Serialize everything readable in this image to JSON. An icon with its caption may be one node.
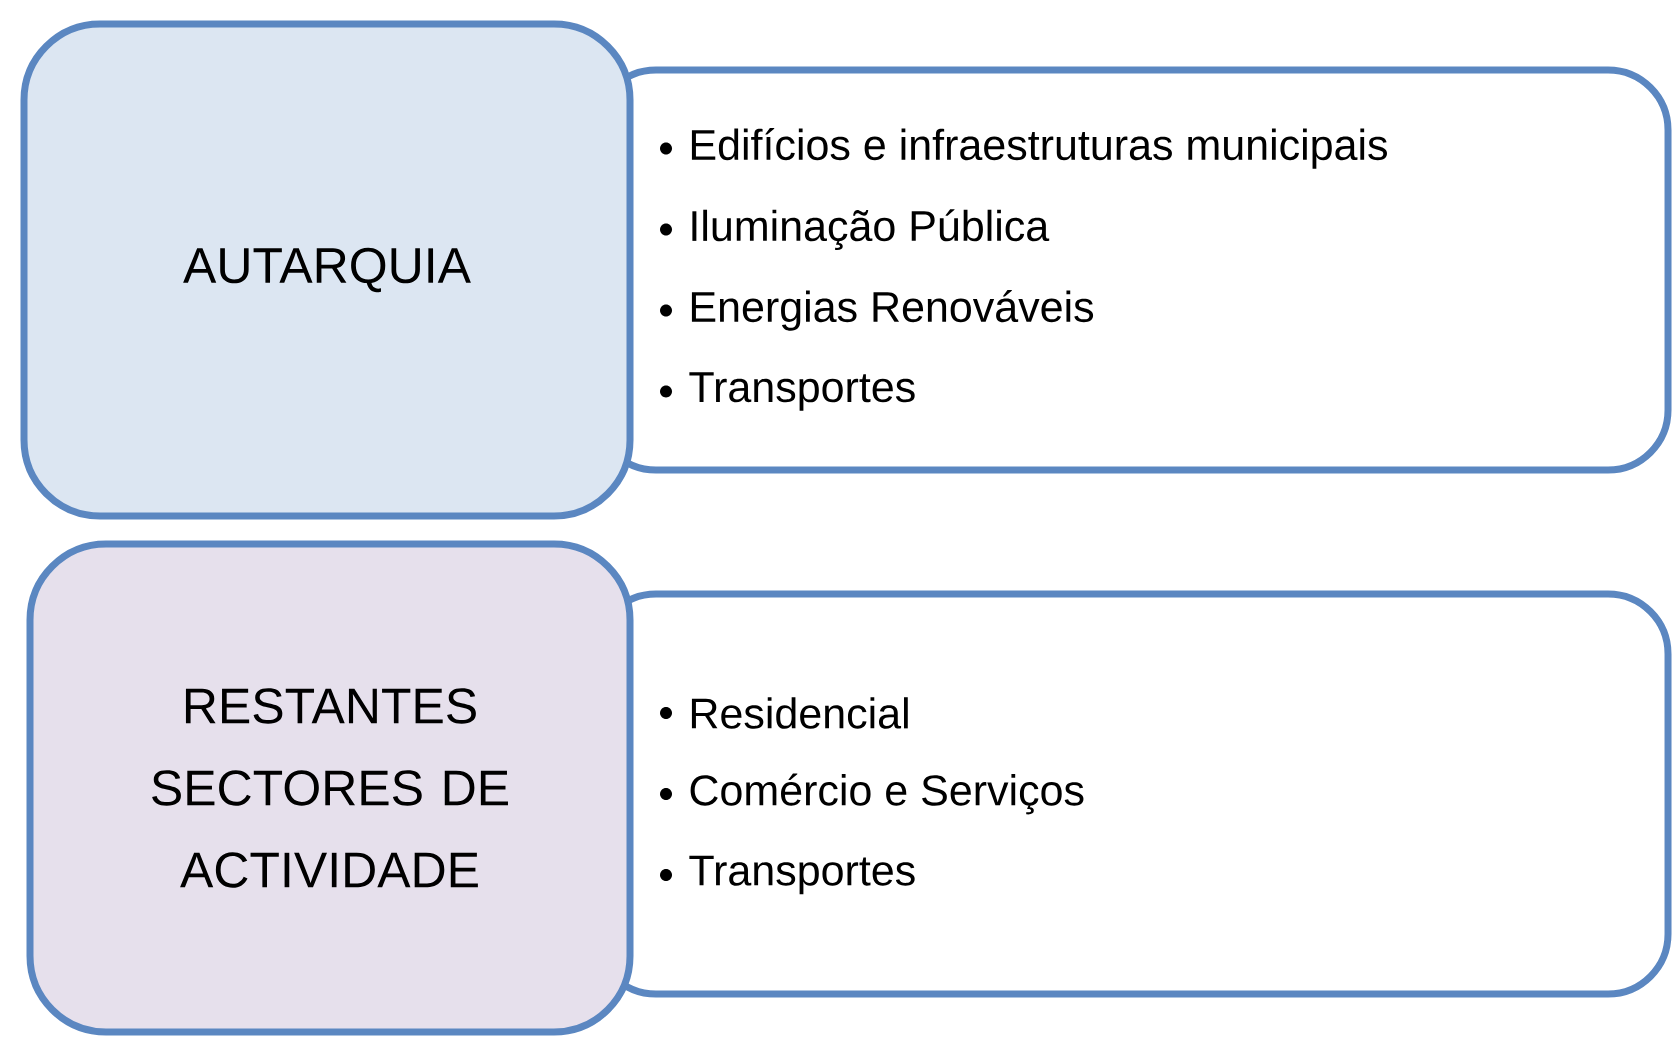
{
  "diagram": {
    "nodes": [
      {
        "text": [
          "AUTARQUIA"
        ]
      },
      {
        "text": [
          "Edifícios e infraestruturas municipais",
          "Iluminação Pública",
          "Energias Renováveis",
          "Transportes"
        ]
      },
      {
        "text": [
          "RESTANTES SECTORES DE ACTIVIDADE"
        ]
      },
      {
        "text": [
          "Residencial",
          "Comércio e Serviços",
          "Transportes"
        ]
      }
    ]
  }
}
